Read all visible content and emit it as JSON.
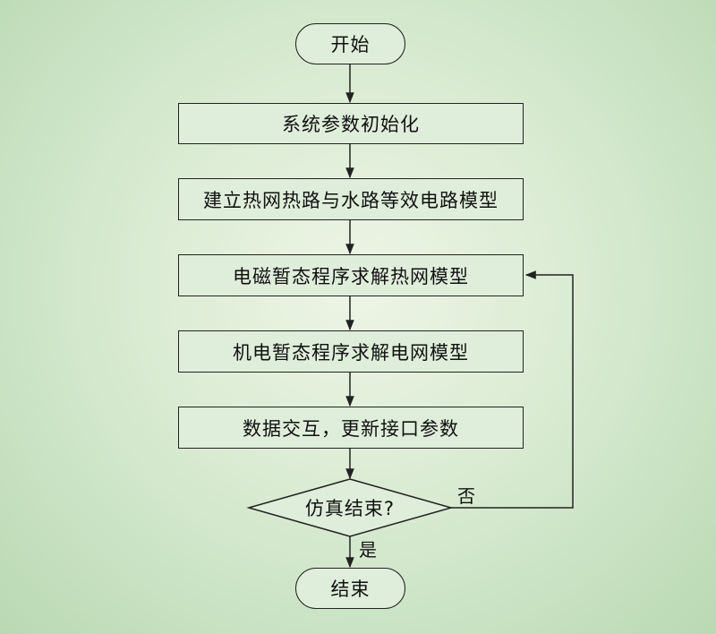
{
  "flowchart": {
    "start": "开始",
    "steps": [
      "系统参数初始化",
      "建立热网热路与水路等效电路模型",
      "电磁暂态程序求解热网模型",
      "机电暂态程序求解电网模型",
      "数据交互，更新接口参数"
    ],
    "decision": "仿真结束?",
    "yes_label": "是",
    "no_label": "否",
    "end": "结束"
  },
  "colors": {
    "line": "#222222",
    "box_fill": "#dfeeda"
  }
}
